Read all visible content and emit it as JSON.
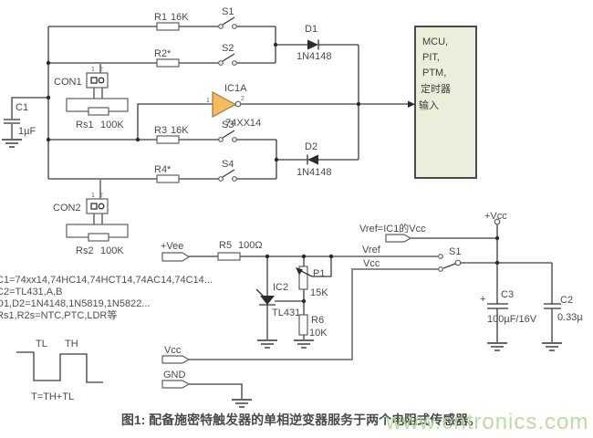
{
  "caption": "图1: 配备施密特触发器的单相逆变器服务于两个电阻式传感器。",
  "watermark": "www.cntronics.com",
  "colors": {
    "inverter_fill": "#f6bb5f",
    "mcu_box_fill": "#eaeeda",
    "watermark_green": "#b5d999",
    "wire": "#3c3c3c"
  },
  "mcu_box": {
    "l1": "MCU,",
    "l2": "PIT,",
    "l3": "PTM,",
    "l4": "定时器",
    "input_label": "输入"
  },
  "ports": {
    "vee": "+Vee",
    "vcc_flag": "Vcc",
    "gnd": "GND",
    "vref_eq": "Vref=IC1的Vcc",
    "vref": "Vref",
    "vcc_wire": "Vcc",
    "plus_vcc": "+Vcc"
  },
  "components": {
    "r1": {
      "ref": "R1",
      "val": "16K"
    },
    "r2": {
      "ref": "R2*"
    },
    "r3": {
      "ref": "R3",
      "val": "16K"
    },
    "r4": {
      "ref": "R4*"
    },
    "r5": {
      "ref": "R5",
      "val": "100Ω"
    },
    "r6": {
      "ref": "R6",
      "val": "10K"
    },
    "p1": {
      "ref": "P1",
      "val": "15K"
    },
    "rs1": {
      "ref": "Rs1",
      "val": "100K"
    },
    "rs2": {
      "ref": "Rs2",
      "val": "100K"
    },
    "c1": {
      "ref": "C1",
      "val": "1µF"
    },
    "c2": {
      "ref": "C2",
      "val": "0.33µ"
    },
    "c3": {
      "ref": "C3",
      "val": "100µF/16V",
      "plus": "+"
    },
    "d1": {
      "ref": "D1",
      "val": "1N4148"
    },
    "d2": {
      "ref": "D2",
      "val": "1N4148"
    },
    "ic1": {
      "ref": "IC1A",
      "val": "74XX14",
      "pin_in": "1",
      "pin_out": "2"
    },
    "ic2": {
      "ref": "IC2",
      "val": "TL431"
    },
    "s1": "S1",
    "s2": "S2",
    "s3": "S3",
    "s4": "S4",
    "s1b": "S1",
    "con1": {
      "ref": "CON1",
      "pin1": "1",
      "pin2": "2"
    },
    "con2": {
      "ref": "CON2",
      "pin1": "1",
      "pin2": "2"
    }
  },
  "notes": {
    "l1": "C1=74xx14,74HC14,74HCT14,74AC14,74C14...",
    "l2": "C2=TL431,A,B",
    "l3": "D1,D2=1N4148,1N5819,1N5822...",
    "l4": "Rs1,R2s=NTC,PTC,LDR等"
  },
  "waveform": {
    "tl": "TL",
    "th": "TH",
    "formula": "T=TH+TL"
  }
}
